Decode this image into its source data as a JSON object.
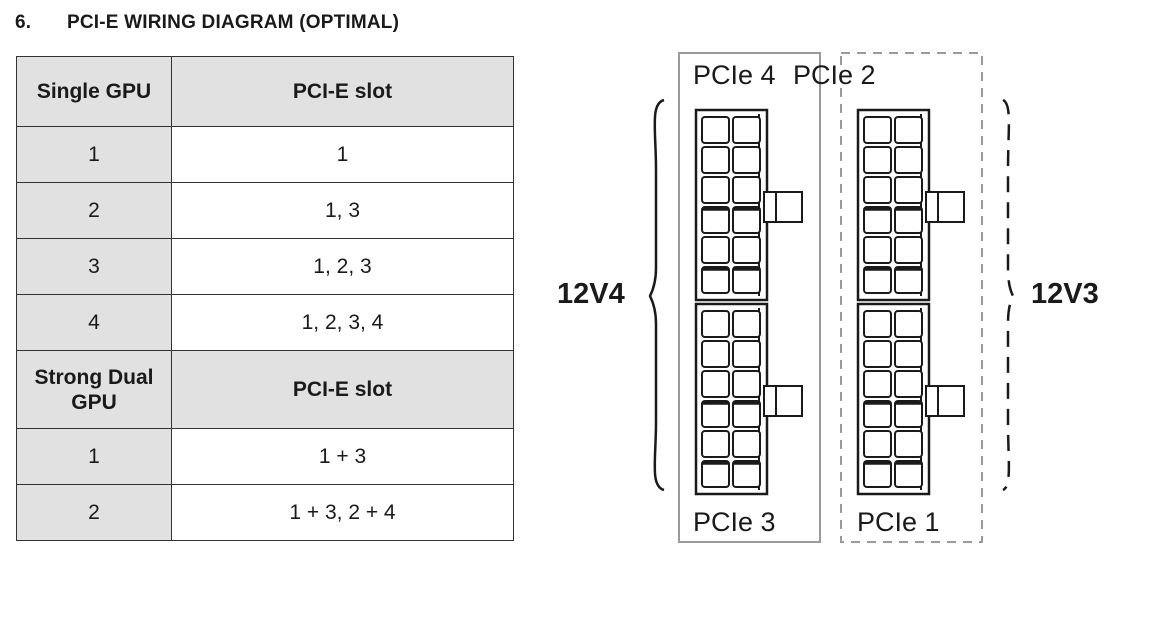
{
  "section": {
    "number": "6.",
    "title": "PCI-E WIRING DIAGRAM (OPTIMAL)"
  },
  "table": {
    "single": {
      "header_left": "Single GPU",
      "header_right": "PCI-E slot",
      "rows": [
        {
          "gpu": "1",
          "slots": "1"
        },
        {
          "gpu": "2",
          "slots": "1, 3"
        },
        {
          "gpu": "3",
          "slots": "1, 2, 3"
        },
        {
          "gpu": "4",
          "slots": "1, 2, 3, 4"
        }
      ]
    },
    "dual": {
      "header_left": "Strong Dual GPU",
      "header_right": "PCI-E slot",
      "rows": [
        {
          "gpu": "1",
          "slots": "1 + 3"
        },
        {
          "gpu": "2",
          "slots": "1 + 3, 2 + 4"
        }
      ]
    }
  },
  "diagram": {
    "labels": {
      "pcie4": "PCIe 4",
      "pcie2": "PCIe 2",
      "pcie3": "PCIe 3",
      "pcie1": "PCIe 1",
      "left_group": "12V4",
      "right_group": "12V3"
    }
  }
}
